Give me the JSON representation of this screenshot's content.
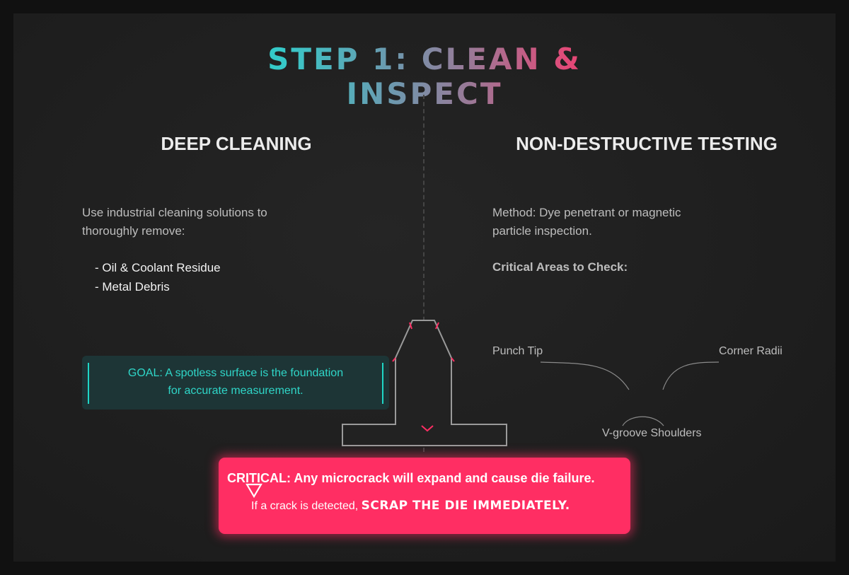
{
  "title": "STEP 1: CLEAN & INSPECT",
  "left": {
    "heading": "DEEP CLEANING",
    "intro_line1": "Use industrial cleaning solutions to",
    "intro_line2": "thoroughly remove:",
    "items": [
      "- Oil & Coolant Residue",
      "- Metal Debris"
    ],
    "goal_line1": "GOAL: A spotless surface is the foundation",
    "goal_line2": "for accurate measurement."
  },
  "right": {
    "heading": "NON-DESTRUCTIVE TESTING",
    "method_line1": "Method: Dye penetrant or magnetic",
    "method_line2": "particle inspection.",
    "critical_heading": "Critical Areas to Check:",
    "labels": {
      "punch_tip": "Punch Tip",
      "corner_radii": "Corner Radii",
      "v_groove": "V-groove Shoulders"
    }
  },
  "alert": {
    "line1": "CRITICAL: Any microcrack will expand and cause die failure.",
    "line2_prefix": "If a crack is detected,",
    "line2_emphasis": "SCRAP THE DIE IMMEDIATELY."
  },
  "colors": {
    "background": "#111111",
    "panel": "#1f1f1f",
    "teal_accent": "#1fd6c6",
    "pink_accent": "#ff2e63",
    "die_fill": "#222222",
    "die_stroke": "#9a9a9a"
  },
  "icons": [
    "warning-triangle-icon"
  ]
}
